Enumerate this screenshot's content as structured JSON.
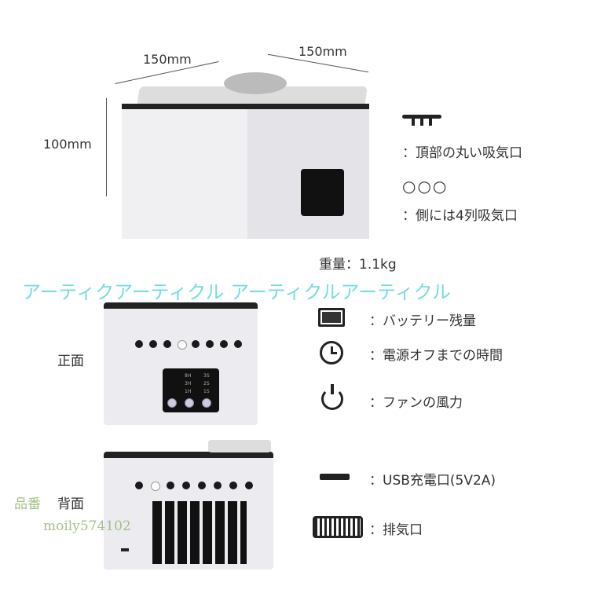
{
  "dimensions": {
    "width": "150mm",
    "depth": "150mm",
    "height": "100mm"
  },
  "weight": "重量：1.1kg",
  "views": {
    "front": "正面",
    "back": "背面"
  },
  "panel": {
    "rows": [
      [
        "8H",
        "3S"
      ],
      [
        "3H",
        "2S"
      ],
      [
        "1H",
        "1S"
      ]
    ]
  },
  "legend": [
    {
      "icon": "top-intake-icon",
      "text": "：頂部の丸い吸気口"
    },
    {
      "icon": "side-intake-icon",
      "text": "：側には4列吸気口"
    },
    {
      "icon": "battery-icon",
      "text": "：バッテリー残量"
    },
    {
      "icon": "clock-icon",
      "text": "：電源オフまでの時間"
    },
    {
      "icon": "power-icon",
      "text": "：ファンの風力"
    },
    {
      "icon": "usb-port-icon",
      "text": "：USB充電口(5V2A)"
    },
    {
      "icon": "exhaust-grille-icon",
      "text": "：排気口"
    }
  ],
  "side_icon_label": "○○○",
  "watermark": {
    "line": "アーティクアーティクル アーティクルアーティクル",
    "code_label": "品番",
    "code": "moily574102"
  }
}
